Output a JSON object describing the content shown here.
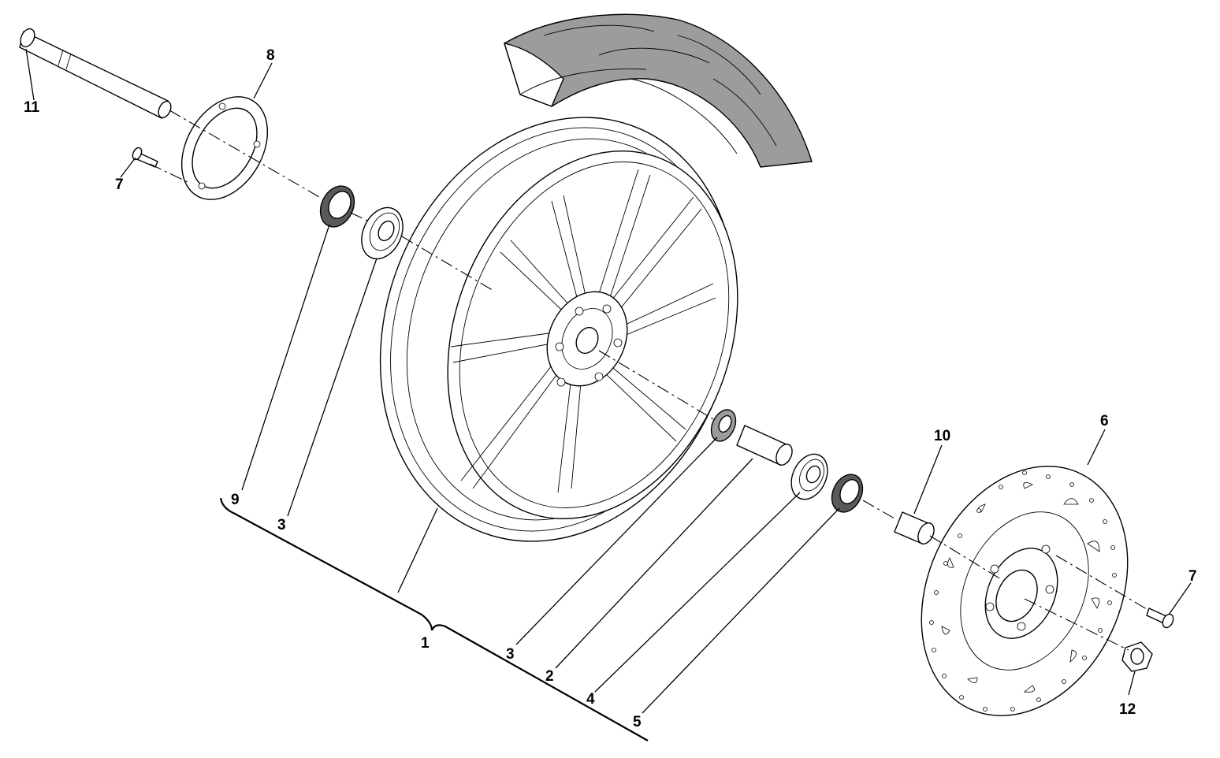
{
  "callouts": [
    {
      "id": "c1",
      "label": "1"
    },
    {
      "id": "c2",
      "label": "2"
    },
    {
      "id": "c3a",
      "label": "3"
    },
    {
      "id": "c3b",
      "label": "3"
    },
    {
      "id": "c4",
      "label": "4"
    },
    {
      "id": "c5",
      "label": "5"
    },
    {
      "id": "c6",
      "label": "6"
    },
    {
      "id": "c7a",
      "label": "7"
    },
    {
      "id": "c7b",
      "label": "7"
    },
    {
      "id": "c8",
      "label": "8"
    },
    {
      "id": "c9",
      "label": "9"
    },
    {
      "id": "c10",
      "label": "10"
    },
    {
      "id": "c11",
      "label": "11"
    },
    {
      "id": "c12",
      "label": "12"
    }
  ],
  "colors": {
    "line": "#000000",
    "tyre": "#9c9c9c",
    "seal": "#5a5a5a",
    "background": "#ffffff"
  }
}
